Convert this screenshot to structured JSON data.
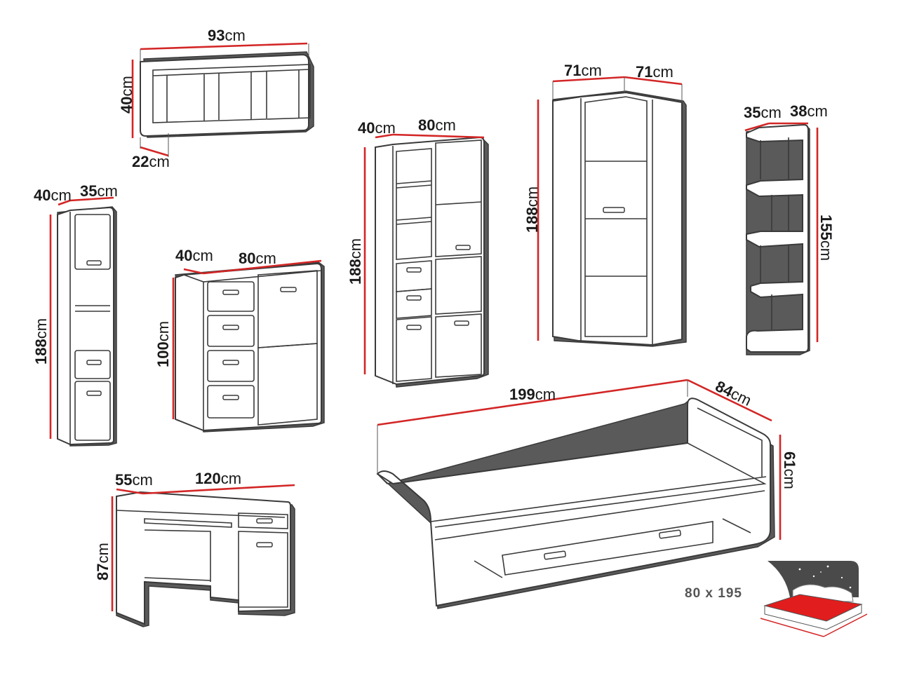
{
  "colors": {
    "dimension_line": "#d32626",
    "outline": "#3a3a3a",
    "mattress_red": "#e11d1d",
    "night_sky": "#4a4a4a"
  },
  "unit": "cm",
  "items": {
    "wall_shelf": {
      "width": "93",
      "height": "40",
      "depth": "22"
    },
    "tall_narrow_cabinet": {
      "depth": "40",
      "width": "35",
      "height": "188"
    },
    "chest_of_drawers": {
      "depth": "40",
      "width": "80",
      "height": "100"
    },
    "tall_cabinet": {
      "depth": "40",
      "width": "80",
      "height": "188"
    },
    "corner_wardrobe": {
      "side_a": "71",
      "side_b": "71",
      "height": "188"
    },
    "corner_shelf": {
      "depth": "35",
      "width": "38",
      "height": "155"
    },
    "desk": {
      "depth": "55",
      "width": "120",
      "height": "87"
    },
    "bed": {
      "length": "199",
      "depth": "84",
      "height": "61"
    }
  },
  "mattress_size": "80 x 195",
  "icons": [
    "bed-with-night-sky-icon"
  ]
}
